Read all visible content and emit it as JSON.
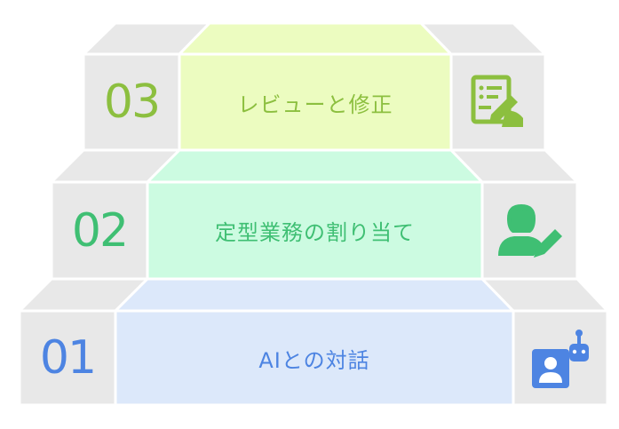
{
  "steps": [
    {
      "number": "01",
      "label": "AIとの対話",
      "icon": "chatbot-user-icon",
      "accent": "#4d84e2",
      "fill": "#dce8fa"
    },
    {
      "number": "02",
      "label": "定型業務の割り当て",
      "icon": "user-edit-icon",
      "accent": "#3fbf73",
      "fill": "#ccfbe1"
    },
    {
      "number": "03",
      "label": "レビューと修正",
      "icon": "document-edit-icon",
      "accent": "#8cbf3f",
      "fill": "#ecfcc0"
    }
  ],
  "colors": {
    "side_face": "#e8e8e8",
    "top_face": "#ececec",
    "edge": "#ffffff"
  }
}
